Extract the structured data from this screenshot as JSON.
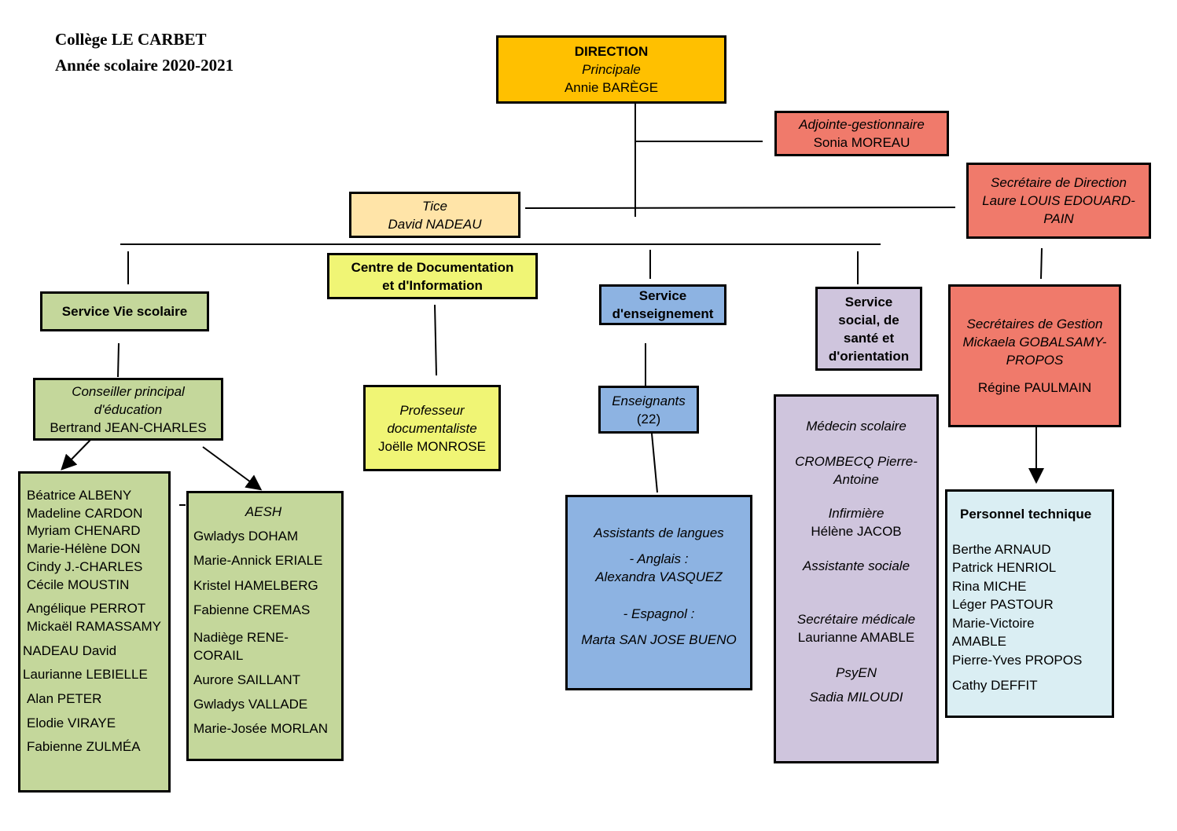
{
  "header": {
    "school": "Collège LE CARBET",
    "year": "Année scolaire 2020-2021"
  },
  "direction": {
    "title": "DIRECTION",
    "role": "Principale",
    "name": "Annie BARÈGE"
  },
  "adjointe": {
    "role": "Adjointe-gestionnaire",
    "name": "Sonia MOREAU"
  },
  "secretaire_direction": {
    "role": "Secrétaire de Direction",
    "name_line1": "Laure LOUIS EDOUARD-",
    "name_line2": "PAIN"
  },
  "tice": {
    "role": "Tice",
    "name": "David NADEAU"
  },
  "vie_scolaire": {
    "title": "Service Vie scolaire"
  },
  "cdi": {
    "title_line1": "Centre de Documentation",
    "title_line2": "et d'Information"
  },
  "enseignement": {
    "title_line1": "Service",
    "title_line2": "d'enseignement"
  },
  "social": {
    "line1": "Service",
    "line2": "social, de",
    "line3": "santé et",
    "line4": "d'orientation"
  },
  "secretaires_gestion": {
    "role_line1": "Secrétaires de Gestion",
    "role_line2": "Mickaela GOBALSAMY-",
    "role_line3": "PROPOS",
    "name2": "Régine PAULMAIN"
  },
  "cpe": {
    "role_line1": "Conseiller principal",
    "role_line2": "d'éducation",
    "name": "Bertrand JEAN-CHARLES"
  },
  "prof_doc": {
    "role_line1": "Professeur",
    "role_line2": "documentaliste",
    "name": "Joëlle MONROSE"
  },
  "enseignants": {
    "role": "Enseignants",
    "count": "(22)"
  },
  "vie_scolaire_staff": [
    "Béatrice ALBENY",
    "Madeline CARDON",
    "Myriam CHENARD",
    "Marie-Hélène DON",
    "Cindy J.-CHARLES",
    "Cécile MOUSTIN",
    "Angélique PERROT",
    "Mickaël RAMASSAMY",
    "NADEAU David",
    "Laurianne LEBIELLE",
    "Alan PETER",
    "Elodie VIRAYE",
    "Fabienne ZULMÉA"
  ],
  "aesh": {
    "title": "AESH",
    "members": [
      "Gwladys DOHAM",
      "Marie-Annick ERIALE",
      "Kristel HAMELBERG",
      "Fabienne CREMAS",
      "Nadiège RENE-",
      "CORAIL",
      "Aurore SAILLANT",
      "Gwladys VALLADE",
      "Marie-Josée MORLAN"
    ]
  },
  "assistants": {
    "title": "Assistants de langues",
    "anglais_label": "- Anglais :",
    "anglais_name": "Alexandra VASQUEZ",
    "espagnol_label": "- Espagnol :",
    "espagnol_name": "Marta SAN JOSE BUENO"
  },
  "sante": {
    "medecin_role": "Médecin scolaire",
    "medecin_name1": "CROMBECQ Pierre-",
    "medecin_name2": "Antoine",
    "infirmiere_role": "Infirmière",
    "infirmiere_name": "Hélène JACOB",
    "assistante_role": "Assistante sociale",
    "secretaire_role": "Secrétaire médicale",
    "secretaire_name": "Laurianne AMABLE",
    "psyen_role": "PsyEN",
    "psyen_name": "Sadia MILOUDI"
  },
  "personnel_technique": {
    "title": "Personnel technique",
    "members": [
      "Berthe ARNAUD",
      "Patrick HENRIOL",
      "Rina MICHE",
      "Léger PASTOUR",
      "Marie-Victoire",
      "AMABLE",
      "Pierre-Yves PROPOS"
    ],
    "last": "Cathy DEFFIT"
  },
  "colors": {
    "direction": "#FFC000",
    "red": "#F07A6B",
    "tice": "#FFE4A8",
    "green": "#C4D79B",
    "yellow": "#F0F575",
    "blue": "#8DB3E2",
    "lavender": "#CFC5DD",
    "lightblue": "#DAEEF3"
  }
}
